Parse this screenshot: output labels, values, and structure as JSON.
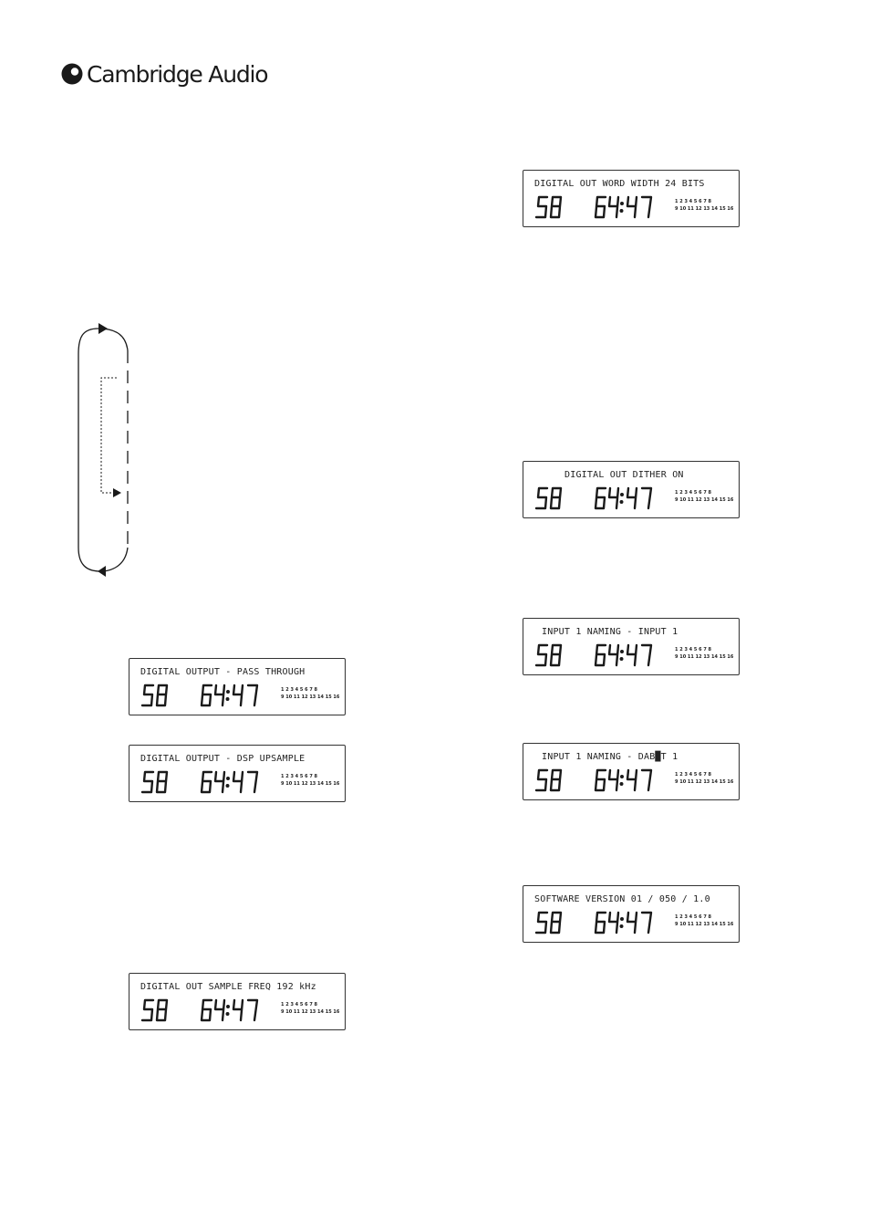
{
  "brand": {
    "name": "Cambridge Audio"
  },
  "display": {
    "track": "58",
    "time": "64:47",
    "track_row1": "1 2 3 4 5 6 7 8",
    "track_row2": "9 10 11 12 13 14 15 16"
  },
  "lcd_screens": [
    {
      "id": "word-width",
      "text": "DIGITAL OUT WORD WIDTH 24 BITS"
    },
    {
      "id": "dither",
      "text": "DIGITAL OUT DITHER ON"
    },
    {
      "id": "naming-input",
      "text": "INPUT 1 NAMING - INPUT 1"
    },
    {
      "id": "naming-dab",
      "text": "INPUT 1 NAMING - DAB█T 1"
    },
    {
      "id": "software",
      "text": "SOFTWARE VERSION 01 / 050 / 1.0"
    },
    {
      "id": "pass-through",
      "text": "DIGITAL OUTPUT - PASS THROUGH"
    },
    {
      "id": "dsp-upsample",
      "text": "DIGITAL OUTPUT - DSP UPSAMPLE"
    },
    {
      "id": "sample-freq",
      "text": "DIGITAL OUT SAMPLE FREQ 192 kHz"
    }
  ]
}
